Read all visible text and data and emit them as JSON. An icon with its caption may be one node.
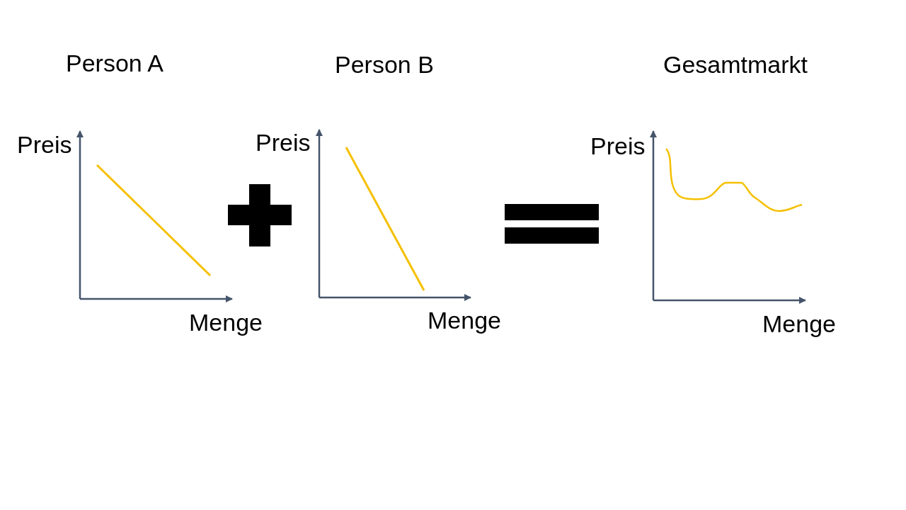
{
  "diagram": {
    "labels": [
      "Person A",
      "Person B",
      "Gesamtmarkt",
      "Preis",
      "Preis",
      "Preis",
      "Menge",
      "Menge",
      "Menge"
    ]
  }
}
